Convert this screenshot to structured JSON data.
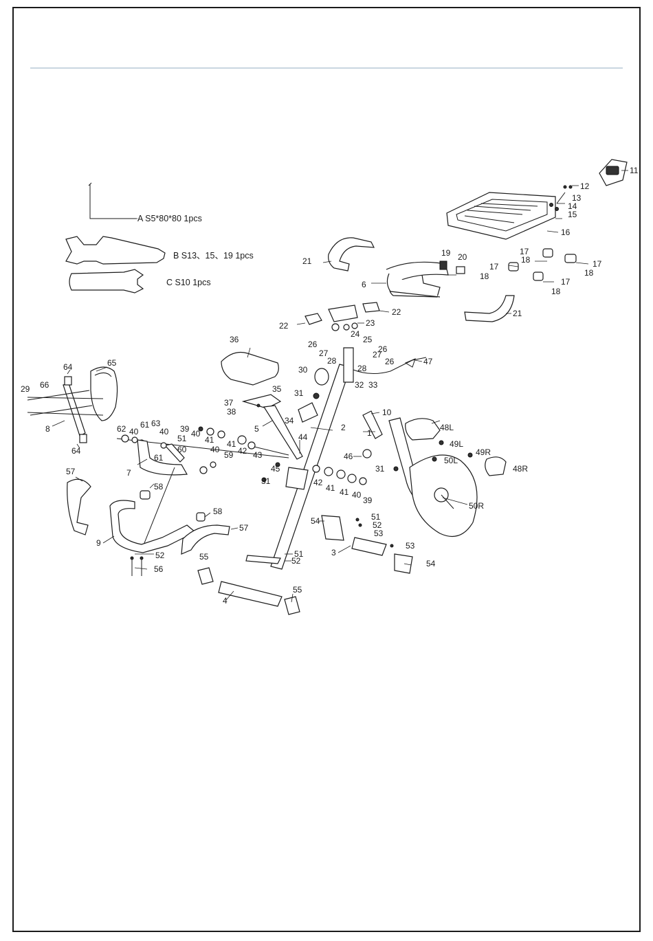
{
  "tools": [
    {
      "label": "A S5*80*80   1pcs"
    },
    {
      "label": "B S13、15、19   1pcs"
    },
    {
      "label": "C S10  1pcs"
    }
  ],
  "parts": {
    "p11": "11",
    "p12": "12",
    "p13": "13",
    "p14": "14",
    "p15": "15",
    "p16": "16",
    "p17a": "17",
    "p17b": "17",
    "p17c": "17",
    "p17d": "17",
    "p18a": "18",
    "p18b": "18",
    "p18c": "18",
    "p18d": "18",
    "p19": "19",
    "p20": "20",
    "p21a": "21",
    "p21b": "21",
    "p6": "6",
    "p22a": "22",
    "p22b": "22",
    "p23": "23",
    "p24": "24",
    "p25": "25",
    "p26a": "26",
    "p26b": "26",
    "p26c": "26",
    "p27a": "27",
    "p27b": "27",
    "p28a": "28",
    "p28b": "28",
    "p32": "32",
    "p33": "33",
    "p47": "47",
    "p36": "36",
    "p30": "30",
    "p31a": "31",
    "p31b": "31",
    "p31c": "31",
    "p35": "35",
    "p37": "37",
    "p38": "38",
    "p34": "34",
    "p5": "5",
    "p44": "44",
    "p2": "2",
    "p10": "10",
    "p1": "1",
    "p48L": "48L",
    "p49L": "49L",
    "p49R": "49R",
    "p48R": "48R",
    "p50L": "50L",
    "p50R": "50R",
    "p46": "46",
    "p64a": "64",
    "p64b": "64",
    "p65": "65",
    "p29": "29",
    "p66": "66",
    "p8": "8",
    "p62": "62",
    "p40a": "40",
    "p61a": "61",
    "p63": "63",
    "p40b": "40",
    "p51a": "51",
    "p39a": "39",
    "p40c": "40",
    "p41a": "41",
    "p41b": "41",
    "p42a": "42",
    "p43": "43",
    "p60": "60",
    "p61b": "61",
    "p7": "7",
    "p40d": "40",
    "p59": "59",
    "p45": "45",
    "p42b": "42",
    "p41c": "41",
    "p41d": "41",
    "p40e": "40",
    "p39b": "39",
    "p57a": "57",
    "p57b": "57",
    "p58a": "58",
    "p58b": "58",
    "p9": "9",
    "p52a": "52",
    "p56": "56",
    "p55a": "55",
    "p55b": "55",
    "p4": "4",
    "p51b": "51",
    "p52b": "52",
    "p54a": "54",
    "p54b": "54",
    "p51c": "51",
    "p52c": "52",
    "p53a": "53",
    "p53b": "53",
    "p3": "3"
  }
}
